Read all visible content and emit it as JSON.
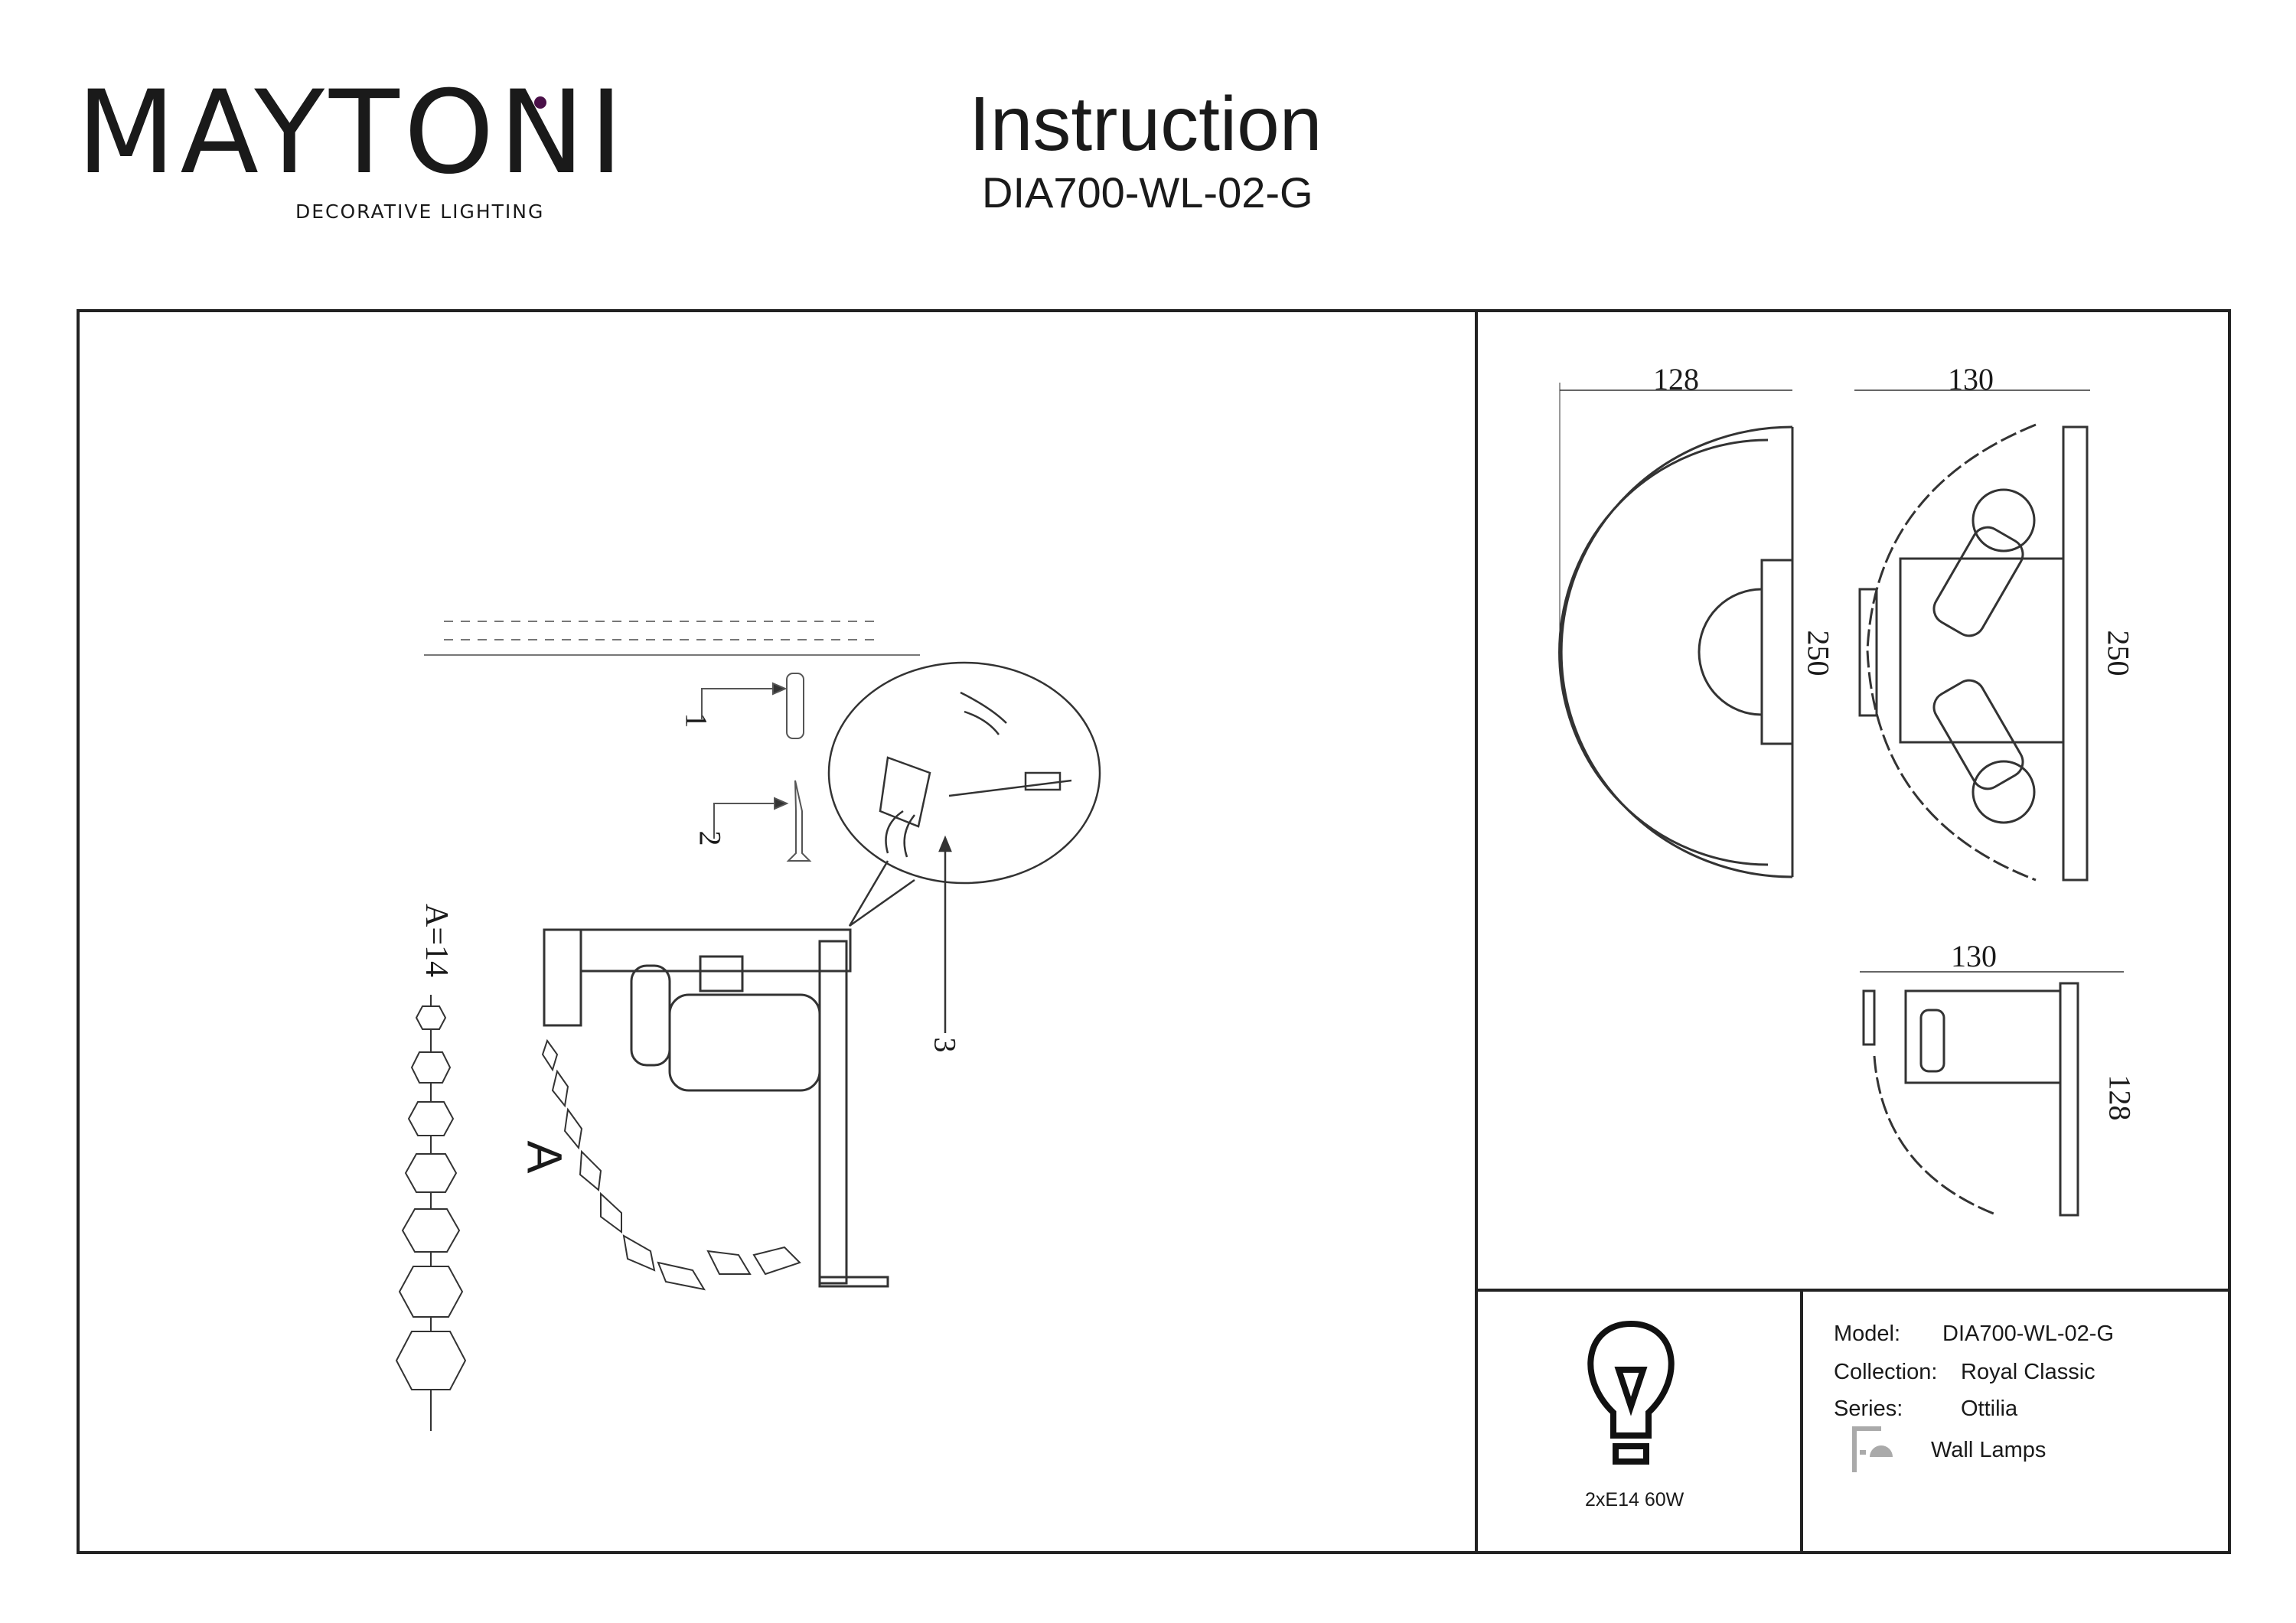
{
  "header": {
    "brand": "MAYTONI",
    "brand_tagline": "DECORATIVE LIGHTING",
    "title": "Instruction",
    "model_code": "DIA700-WL-02-G",
    "brand_accent_color": "#4a1048"
  },
  "assembly": {
    "pendant_label": "A=14",
    "chain_label": "A",
    "step_labels": [
      "1",
      "2",
      "3"
    ]
  },
  "dimensions": {
    "front_width": "128",
    "front_height": "250",
    "side_width": "130",
    "side_height": "250",
    "top_width": "130",
    "top_depth": "128"
  },
  "bulb": {
    "icon": "light-bulb-icon",
    "spec": "2xE14 60W"
  },
  "info": {
    "model_label": "Model:",
    "model_value": "DIA700-WL-02-G",
    "collection_label": "Collection:",
    "collection_value": "Royal Classic",
    "series_label": "Series:",
    "series_value": "Ottilia",
    "type_icon": "wall-lamp-icon",
    "type_value": "Wall Lamps"
  }
}
